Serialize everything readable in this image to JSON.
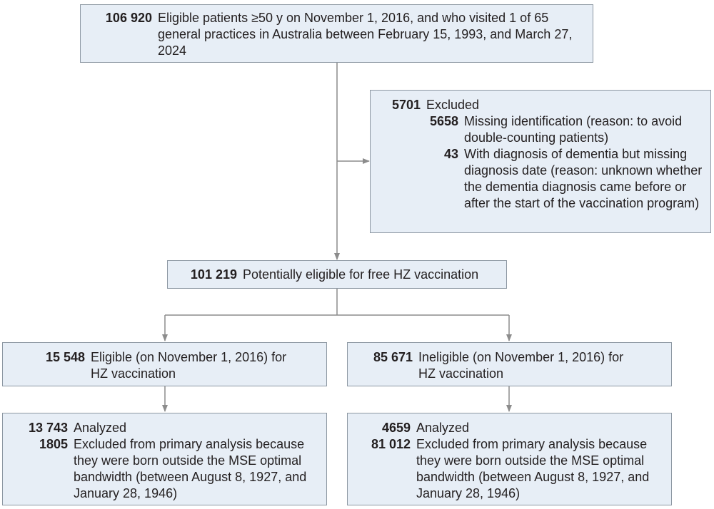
{
  "top": {
    "n": "106 920",
    "text": "Eligible patients ≥50 y on November 1, 2016, and who visited 1 of 65 general practices in Australia between February 15, 1993, and March 27, 2024"
  },
  "excluded": {
    "n": "5701",
    "text": "Excluded",
    "items": [
      {
        "n": "5658",
        "text": "Missing identification (reason: to avoid double-counting patients)"
      },
      {
        "n": "43",
        "text": "With diagnosis of dementia but missing diagnosis date (reason: unknown whether the dementia diagnosis came before or after the start of the vaccination program)"
      }
    ]
  },
  "potential": {
    "n": "101 219",
    "text": "Potentially eligible for free HZ vaccination"
  },
  "eligible": {
    "n": "15 548",
    "text": "Eligible (on November 1, 2016) for HZ vaccination"
  },
  "ineligible": {
    "n": "85 671",
    "text": "Ineligible (on November 1, 2016) for HZ vaccination"
  },
  "eligible_analyzed": {
    "analyzed": {
      "n": "13 743",
      "text": "Analyzed"
    },
    "excluded": {
      "n": "1805",
      "text": "Excluded from primary analysis because they were born outside the MSE optimal bandwidth (between August 8, 1927, and January 28, 1946)"
    }
  },
  "ineligible_analyzed": {
    "analyzed": {
      "n": "4659",
      "text": "Analyzed"
    },
    "excluded": {
      "n": "81 012",
      "text": "Excluded from primary analysis because they were born outside the MSE optimal bandwidth (between August 8, 1927, and January 28, 1946)"
    }
  }
}
